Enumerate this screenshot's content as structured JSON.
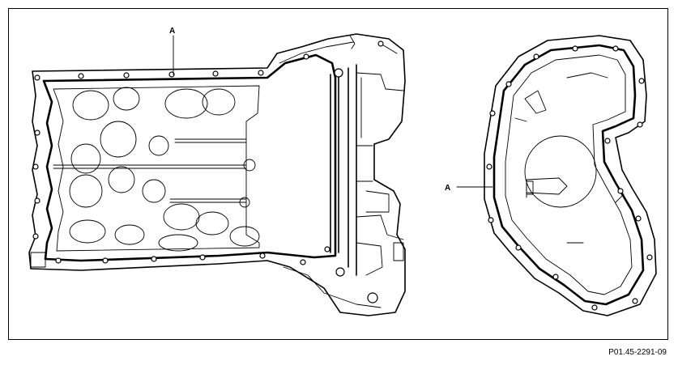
{
  "figure": {
    "callout_left": "A",
    "callout_right": "A",
    "reference_code": "P01.45-2291-09"
  }
}
